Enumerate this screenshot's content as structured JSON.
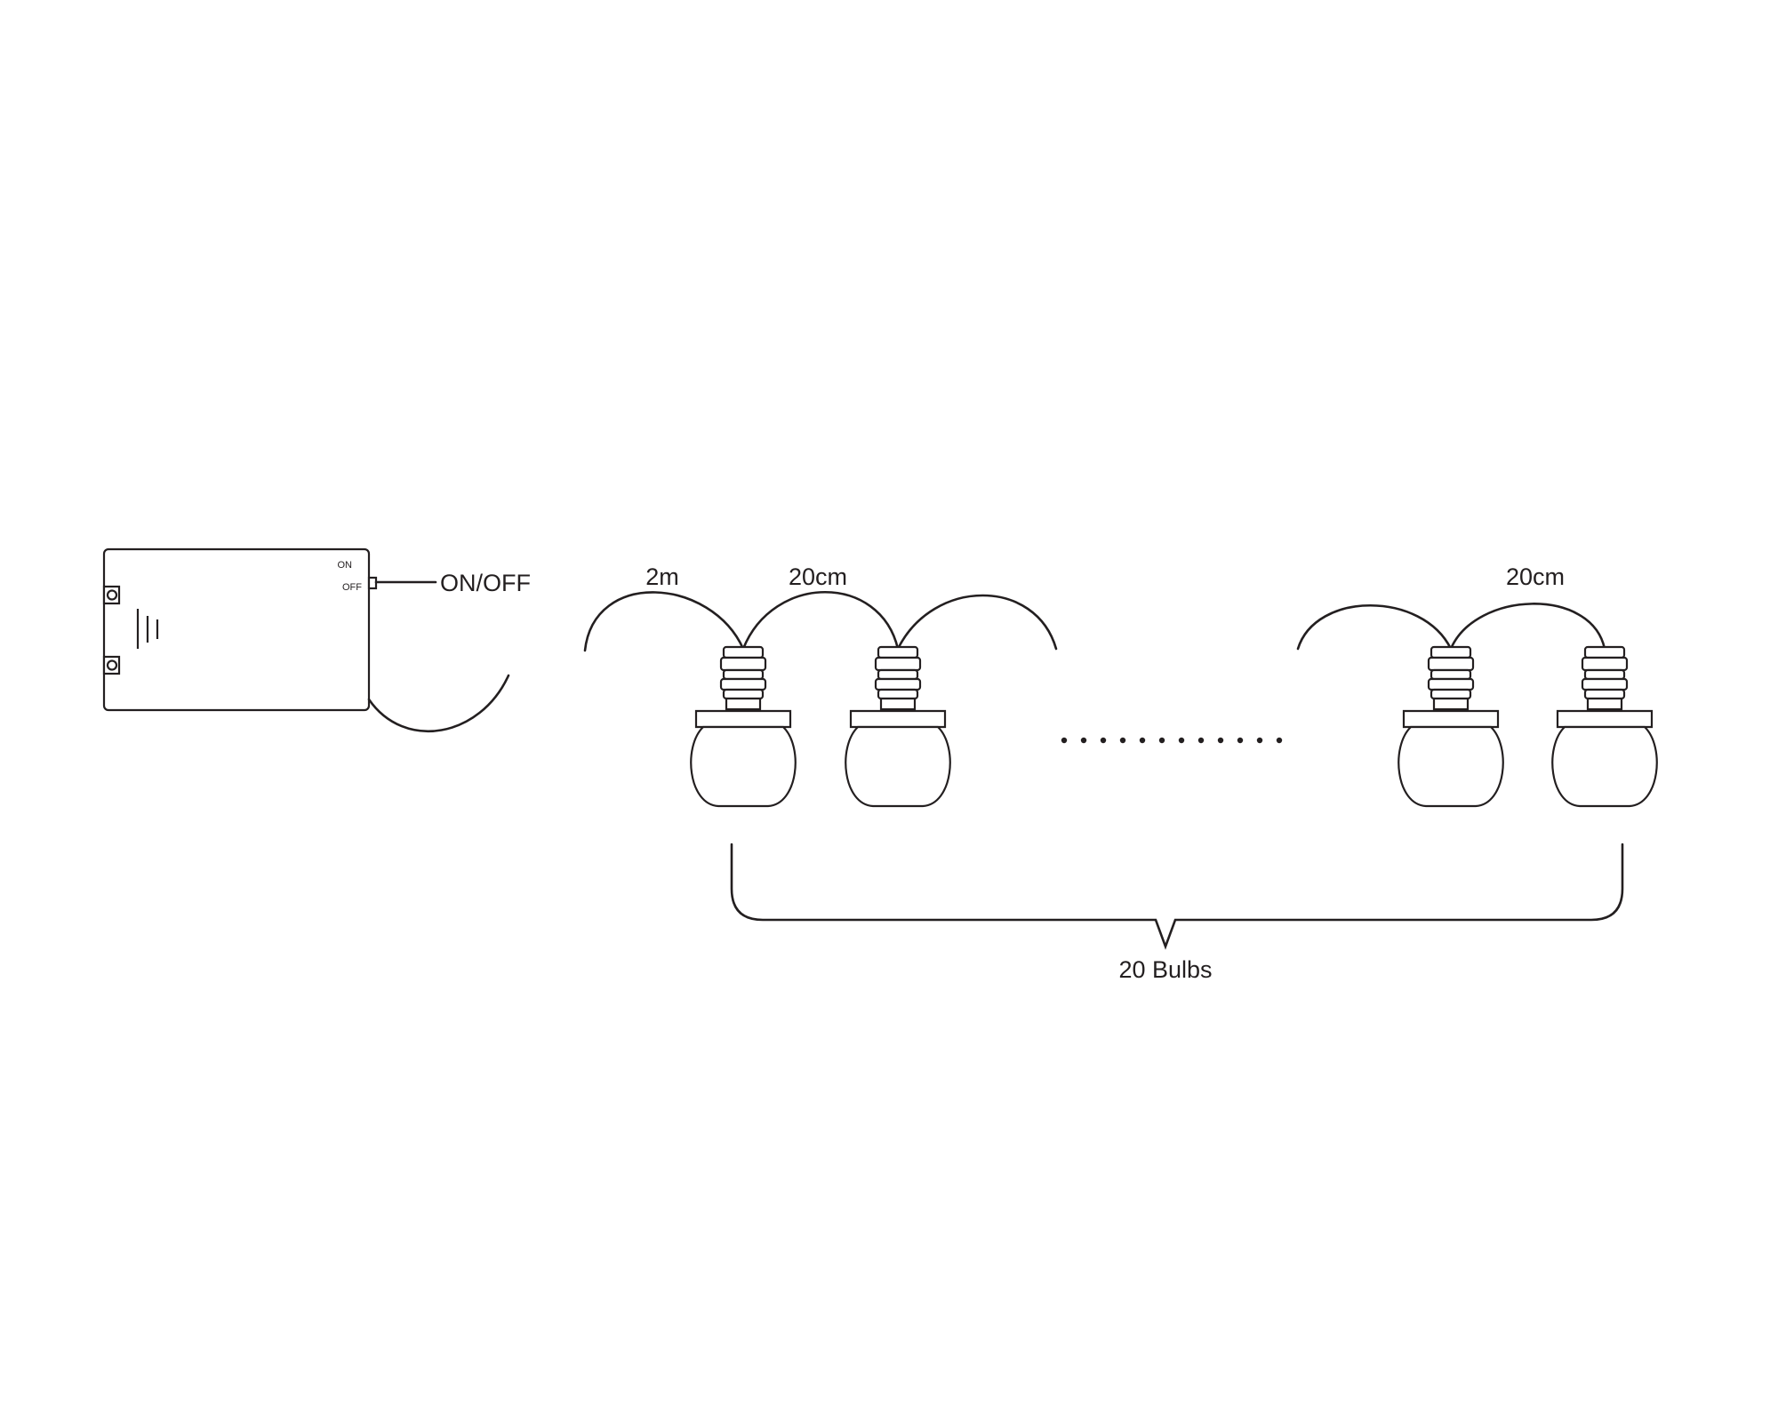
{
  "battery_box": {
    "switch_on": "ON",
    "switch_off": "OFF",
    "callout": "ON/OFF"
  },
  "spacing": {
    "lead_cable": "2m",
    "bulb_gap_left": "20cm",
    "bulb_gap_right": "20cm"
  },
  "bulb_count_label": "20 Bulbs",
  "colors": {
    "line": "#231f20",
    "background": "#ffffff"
  }
}
